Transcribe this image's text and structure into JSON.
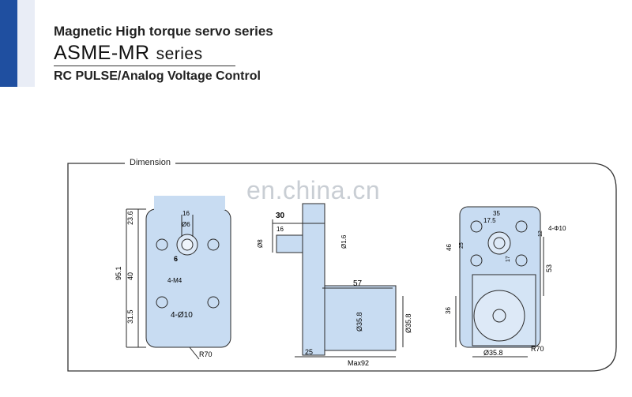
{
  "header": {
    "subtitle": "Magnetic High torque servo series",
    "model": "ASME-MR",
    "series_word": "series",
    "control": "RC PULSE/Analog Voltage Control"
  },
  "section_label": "Dimension",
  "watermark": "en.china.cn",
  "views": {
    "front": {
      "dims": [
        "23.6",
        "40",
        "95.1",
        "31.5",
        "16",
        "6",
        "4-M4",
        "4-Ø10",
        "R70"
      ],
      "shaft": "Ø6"
    },
    "side": {
      "dims": [
        "30",
        "16",
        "Ø8",
        "Ø1.6",
        "57",
        "Ø35.8",
        "Ø35.8",
        "25",
        "Max92"
      ]
    },
    "back": {
      "dims": [
        "35",
        "17.5",
        "46",
        "25",
        "4-Φ10",
        "12",
        "17",
        "53",
        "36",
        "Ø35.8",
        "R70"
      ]
    }
  },
  "colors": {
    "accent": "#1f4fa0",
    "part_fill": "#c8dcf2",
    "line": "#2a2a2a"
  }
}
